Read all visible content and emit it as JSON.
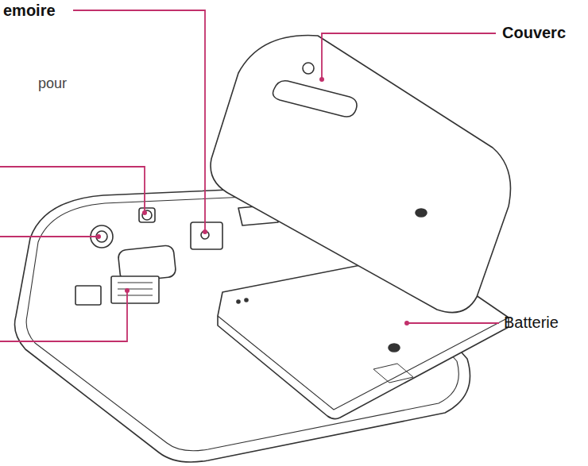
{
  "diagram": {
    "labels": [
      "emoire",
      "pour",
      "Couverc",
      "Batterie"
    ]
  }
}
